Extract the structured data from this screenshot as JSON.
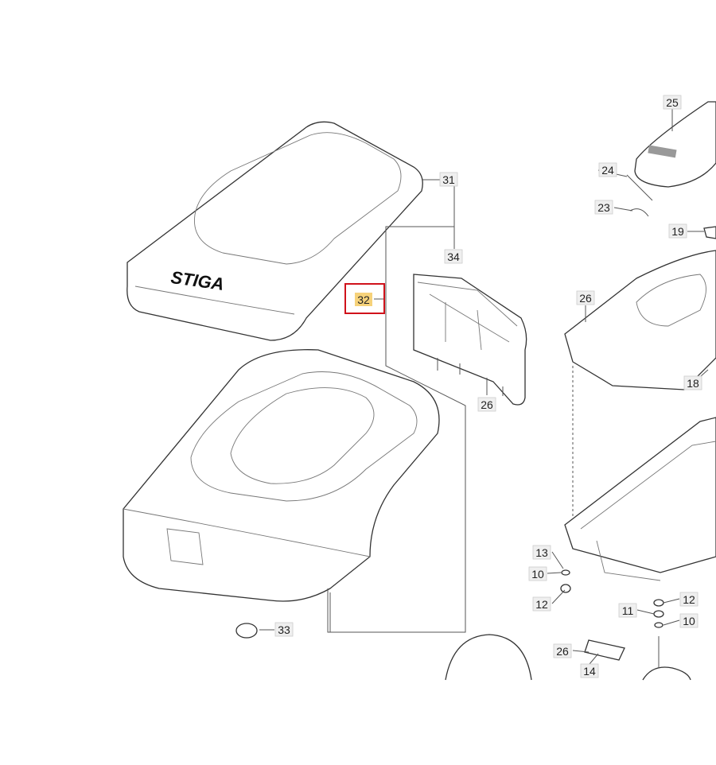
{
  "diagram": {
    "logo_text": "STIGA",
    "highlight_color": "#d0121b",
    "highlight_fill": "#f6d27a",
    "selected_part": "32",
    "labels": [
      "31",
      "34",
      "32",
      "26",
      "33",
      "25",
      "24",
      "23",
      "19",
      "26",
      "18",
      "13",
      "10",
      "12",
      "12",
      "11",
      "10",
      "26",
      "14"
    ]
  }
}
